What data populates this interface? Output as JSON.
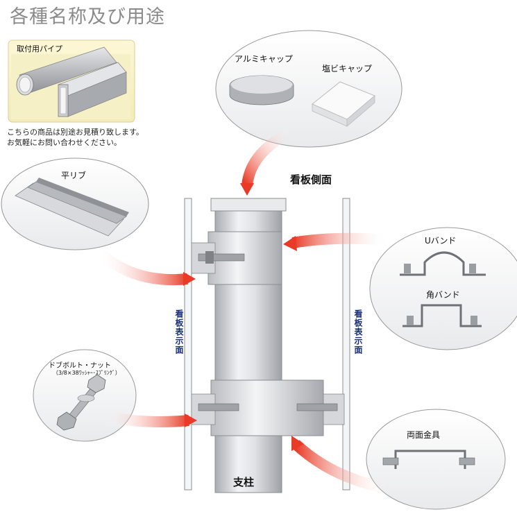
{
  "title": "各種名称及び用途",
  "pipe_box": {
    "label": "取付用パイプ",
    "note_line1": "こちらの商品は別途お見積り致します。",
    "note_line2": "お気軽にお問い合わせください。"
  },
  "caps": {
    "aluminum": "アルミキャップ",
    "pvc": "塩ビキャップ"
  },
  "side_view": "看板側面",
  "flat_rib": "平リブ",
  "bands": {
    "u_band": "Uバンド",
    "square_band": "角バンド"
  },
  "display_face_left": "看板表示面",
  "display_face_right": "看板表示面",
  "bolt": {
    "name": "ドブボルト・ナット",
    "spec": "（3/8×38ﾜｯｼｬｰ･ｽﾌﾟﾘﾝｸﾞ）"
  },
  "double_bracket": "両面金具",
  "post": "支柱"
}
